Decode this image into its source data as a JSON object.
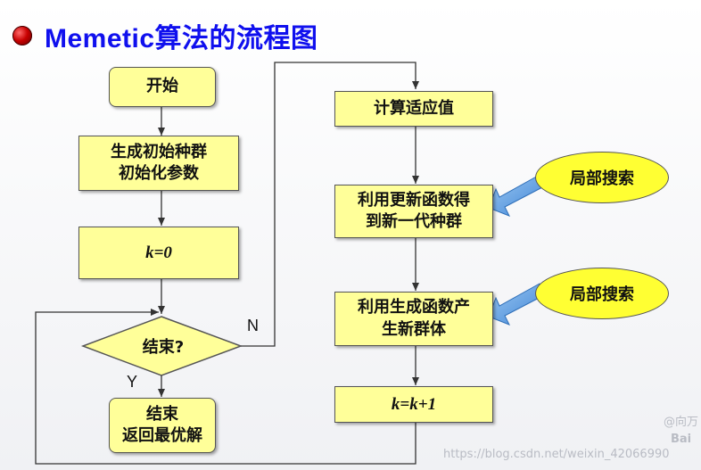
{
  "title": "Memetic算法的流程图",
  "nodes": {
    "start": "开始",
    "init_line1": "生成初始种群",
    "init_line2": "初始化参数",
    "k0": "k=0",
    "end_question": "结束?",
    "end_line1": "结束",
    "end_line2": "返回最优解",
    "fitness": "计算适应值",
    "update_line1": "利用更新函数得",
    "update_line2": "到新一代种群",
    "generate_line1": "利用生成函数产",
    "generate_line2": "生新群体",
    "increment": "k=k+1",
    "local_search_1": "局部搜索",
    "local_search_2": "局部搜索"
  },
  "labels": {
    "no": "N",
    "yes": "Y"
  },
  "watermarks": {
    "site": "https://blog.csdn.net/weixin_42066990",
    "at": "@向万",
    "bai": "Bai"
  }
}
